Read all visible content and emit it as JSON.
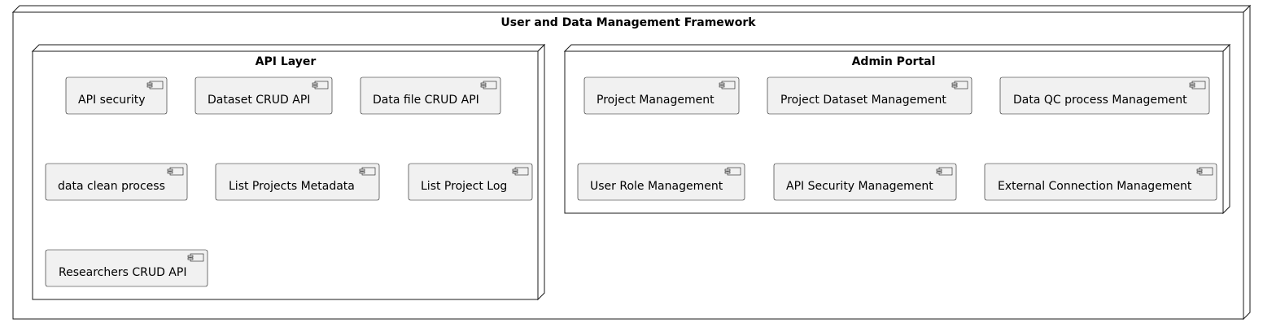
{
  "diagram": {
    "title": "User and Data Management Framework",
    "colors": {
      "component_fill": "#f1f1f1",
      "stroke": "#181818",
      "background": "#ffffff"
    },
    "nodes": [
      {
        "title": "API Layer",
        "components": [
          "API security",
          "Dataset CRUD API",
          "Data file CRUD API",
          "data clean process",
          "List Projects Metadata",
          "List Project Log",
          "Researchers CRUD API"
        ]
      },
      {
        "title": "Admin Portal",
        "components": [
          "Project Management",
          "Project Dataset Management",
          "Data QC process Management",
          "User Role Management",
          "API Security Management",
          "External Connection Management"
        ]
      }
    ]
  }
}
